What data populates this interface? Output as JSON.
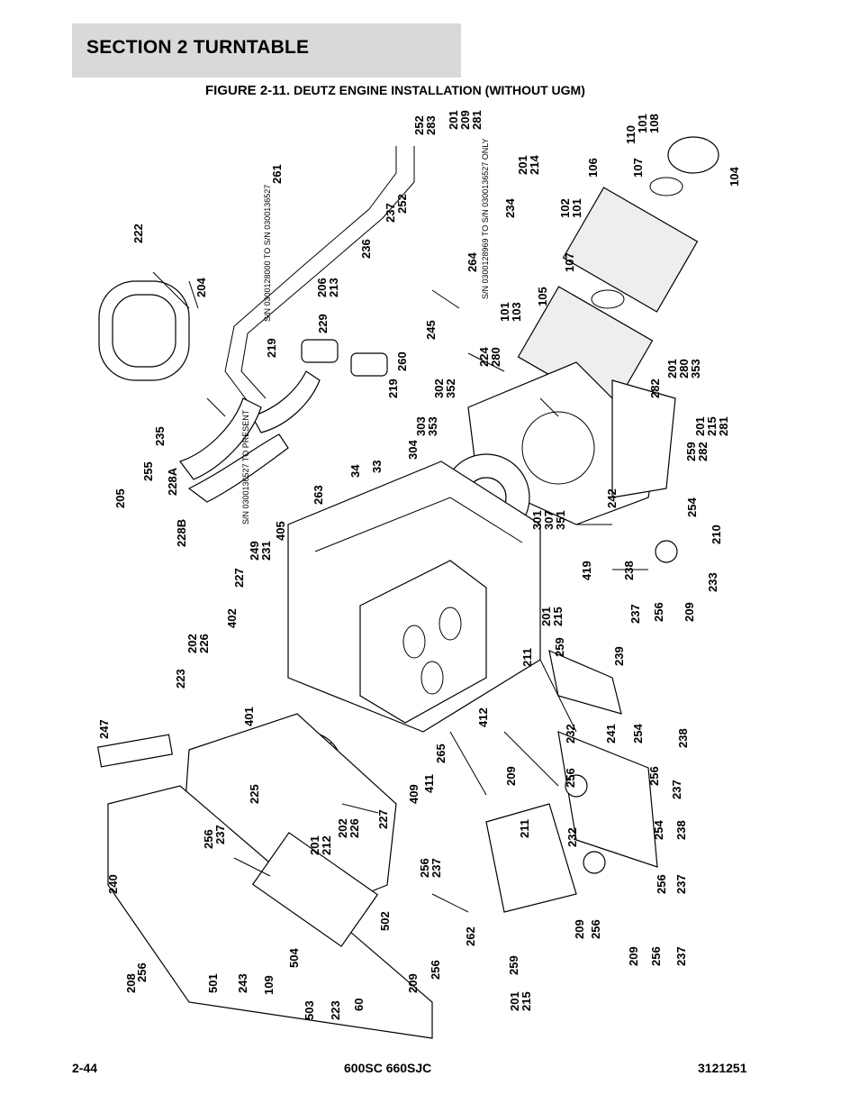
{
  "header": {
    "section_title": "SECTION 2   TURNTABLE",
    "background_color": "#d9d9d9"
  },
  "figure": {
    "caption_prefix": "FIGURE 2-11.",
    "caption_title": "DEUTZ ENGINE INSTALLATION (WITHOUT UGM)"
  },
  "drawing": {
    "callouts": [
      "252",
      "283",
      "201",
      "209",
      "281",
      "261",
      "201",
      "214",
      "110",
      "101",
      "108",
      "104",
      "107",
      "106",
      "102",
      "101",
      "234",
      "237",
      "252",
      "264",
      "236",
      "206",
      "213",
      "229",
      "245",
      "222",
      "204",
      "219",
      "260",
      "219",
      "302",
      "352",
      "224",
      "280",
      "101",
      "103",
      "105",
      "107",
      "201",
      "280",
      "353",
      "282",
      "201",
      "215",
      "281",
      "259",
      "282",
      "303",
      "353",
      "304",
      "235",
      "255",
      "205",
      "228A",
      "228B",
      "263",
      "34",
      "33",
      "405",
      "249",
      "231",
      "227",
      "301",
      "307",
      "351",
      "242",
      "254",
      "210",
      "238",
      "419",
      "233",
      "237",
      "256",
      "209",
      "402",
      "202",
      "226",
      "201",
      "215",
      "211",
      "259",
      "239",
      "223",
      "247",
      "401",
      "412",
      "232",
      "241",
      "254",
      "238",
      "265",
      "209",
      "256",
      "256",
      "411",
      "409",
      "225",
      "237",
      "237",
      "201",
      "212",
      "202",
      "226",
      "227",
      "211",
      "232",
      "254",
      "238",
      "256",
      "240",
      "256",
      "256",
      "237",
      "237",
      "262",
      "209",
      "256",
      "502",
      "209",
      "256",
      "237",
      "259",
      "201",
      "215",
      "256",
      "208",
      "501",
      "243",
      "109",
      "504",
      "503",
      "223",
      "60",
      "209",
      "256"
    ],
    "serial_notes": [
      "S/N 0300128000 TO S/N 0300136527",
      "S/N 0300128969 TO S/N 0300136527 ONLY",
      "S/N 0300136527 TO PRESENT"
    ]
  },
  "footer": {
    "page_number": "2-44",
    "model": "600SC 660SJC",
    "document_number": "3121251"
  }
}
